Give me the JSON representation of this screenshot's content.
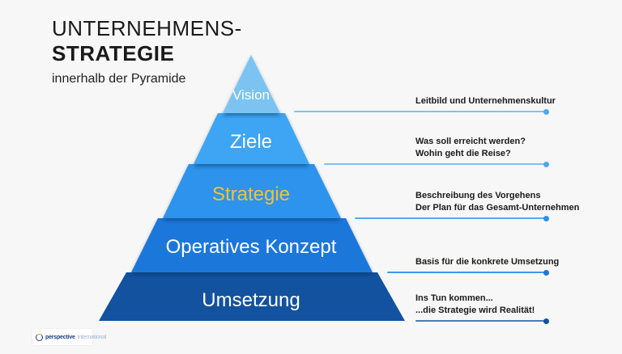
{
  "header": {
    "title_line1": "UNTERNEHMENS-",
    "title_line2": "STRATEGIE",
    "subtitle": "innerhalb der Pyramide"
  },
  "pyramid": {
    "levels": [
      {
        "label": "Vision",
        "color": "#7CC3F2",
        "text_color": "#FFFFFF"
      },
      {
        "label": "Ziele",
        "color": "#3EA5F3",
        "text_color": "#FFFFFF"
      },
      {
        "label": "Strategie",
        "color": "#2D93EC",
        "text_color": "#F5C231"
      },
      {
        "label": "Operatives Konzept",
        "color": "#1E77DB",
        "text_color": "#FFFFFF"
      },
      {
        "label": "Umsetzung",
        "color": "#12529F",
        "text_color": "#FFFFFF"
      }
    ]
  },
  "annotations": [
    {
      "lines": [
        "Leitbild und Unternehmenskultur"
      ],
      "line_color": "#7EC2F3",
      "dot_color": "#4FA9F2"
    },
    {
      "lines": [
        "Was soll erreicht werden?",
        "Wohin geht die Reise?"
      ],
      "line_color": "#7EC2F3",
      "dot_color": "#4FA9F2"
    },
    {
      "lines": [
        "Beschreibung des Vorgehens",
        "Der Plan für das Gesamt-Unternehmen"
      ],
      "line_color": "#58A9F0",
      "dot_color": "#2E90E9"
    },
    {
      "lines": [
        "Basis für die konkrete Umsetzung"
      ],
      "line_color": "#3E9AEC",
      "dot_color": "#1C77D9"
    },
    {
      "lines": [
        "Ins Tun kommen...",
        "...die Strategie wird Realität!"
      ],
      "line_color": "#4E79B8",
      "dot_color": "#12529F"
    }
  ],
  "logo": {
    "brand_bold": "perspective",
    "brand_light": "international"
  }
}
